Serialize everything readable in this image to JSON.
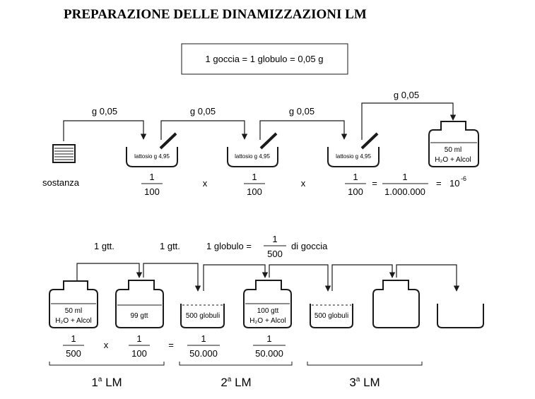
{
  "title": "PREPARAZIONE DELLE DINAMIZZAZIONI LM",
  "equivalence": "1 goccia = 1 globulo = 0,05 g",
  "top_row": {
    "transfers": [
      "g 0,05",
      "g 0,05",
      "g 0,05",
      "g 0,05"
    ],
    "substance_label": "sostanza",
    "lactose_label": "lattosio g 4,95",
    "final_container": {
      "line1": "50 ml",
      "line2": "H₂O + Alcol"
    },
    "fraction_numerator": "1",
    "fraction_denominator": "100",
    "times": "x",
    "equals": "=",
    "result_numerator": "1",
    "result_denominator": "1.000.000",
    "power_base": "10",
    "power_exp": "-6"
  },
  "bottom_row": {
    "drop_label_1": "1 gtt.",
    "drop_label_2": "1 gtt.",
    "globule_prefix": "1 globulo =",
    "globule_num": "1",
    "globule_den": "500",
    "globule_suffix": "di goccia",
    "container_1": {
      "line1": "50 ml",
      "line2": "H₂O + Alcol"
    },
    "container_2": {
      "line1": "99 gtt"
    },
    "bowl_1": {
      "line1": "500 globuli"
    },
    "container_3": {
      "line1": "100 gtt",
      "line2": "H₂O + Alcol"
    },
    "bowl_2": {
      "line1": "500 globuli"
    },
    "frac_1": {
      "num": "1",
      "den": "500"
    },
    "frac_2": {
      "num": "1",
      "den": "100"
    },
    "frac_3": {
      "num": "1",
      "den": "50.000"
    },
    "frac_4": {
      "num": "1",
      "den": "50.000"
    },
    "times": "x",
    "equals": "=",
    "stage_labels": [
      {
        "base": "1",
        "sup": "a",
        "suffix": " LM"
      },
      {
        "base": "2",
        "sup": "a",
        "suffix": " LM"
      },
      {
        "base": "3",
        "sup": "a",
        "suffix": " LM"
      }
    ]
  }
}
